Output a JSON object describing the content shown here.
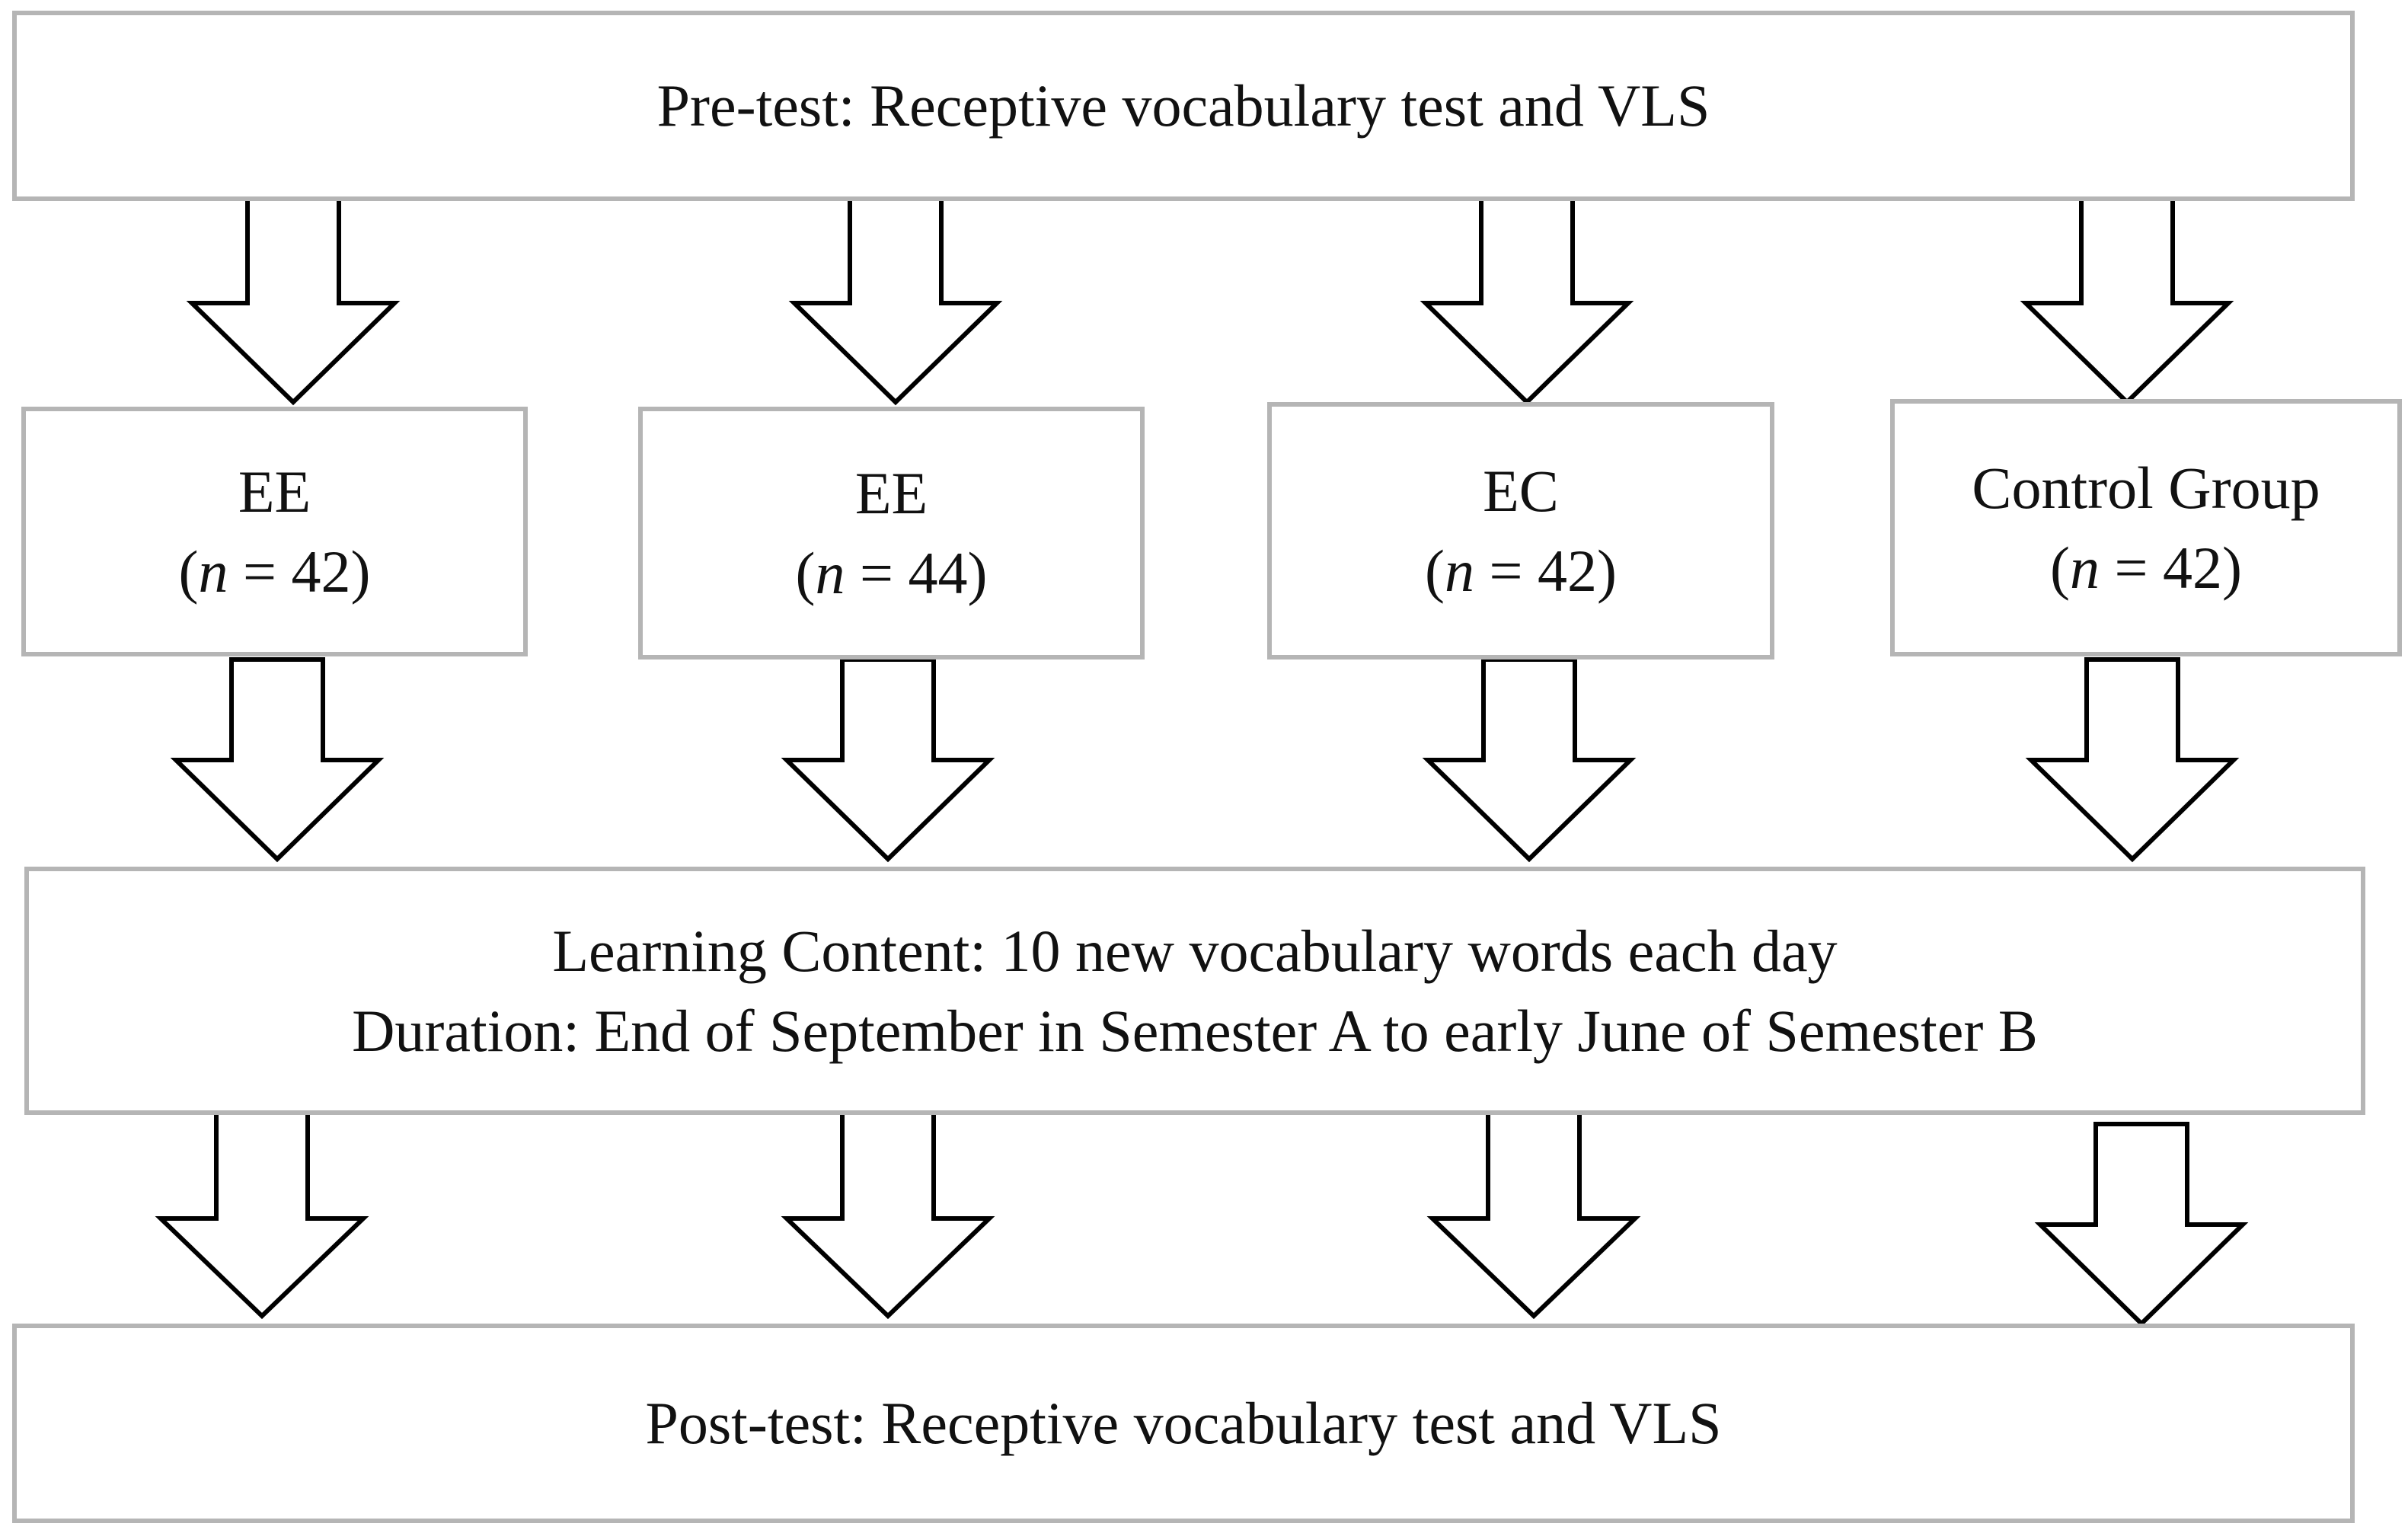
{
  "pretest": {
    "label": "Pre-test: Receptive vocabulary test and VLS"
  },
  "groups": [
    {
      "name": "EE",
      "n_prefix": "(",
      "n_var": "n",
      "n_suffix": " = 42)"
    },
    {
      "name": "EE",
      "n_prefix": "(",
      "n_var": "n",
      "n_suffix": " = 44)"
    },
    {
      "name": "EC",
      "n_prefix": "(",
      "n_var": "n",
      "n_suffix": " = 42)"
    },
    {
      "name": "Control Group",
      "n_prefix": "(",
      "n_var": "n",
      "n_suffix": " = 42)"
    }
  ],
  "learning": {
    "line1": "Learning Content: 10 new vocabulary words each day",
    "line2": "Duration: End of September in Semester A to early June of Semester B"
  },
  "posttest": {
    "label": "Post-test: Receptive vocabulary test and VLS"
  },
  "colors": {
    "box_border": "#b5b5b5",
    "arrow_stroke": "#000000",
    "background": "#ffffff"
  }
}
